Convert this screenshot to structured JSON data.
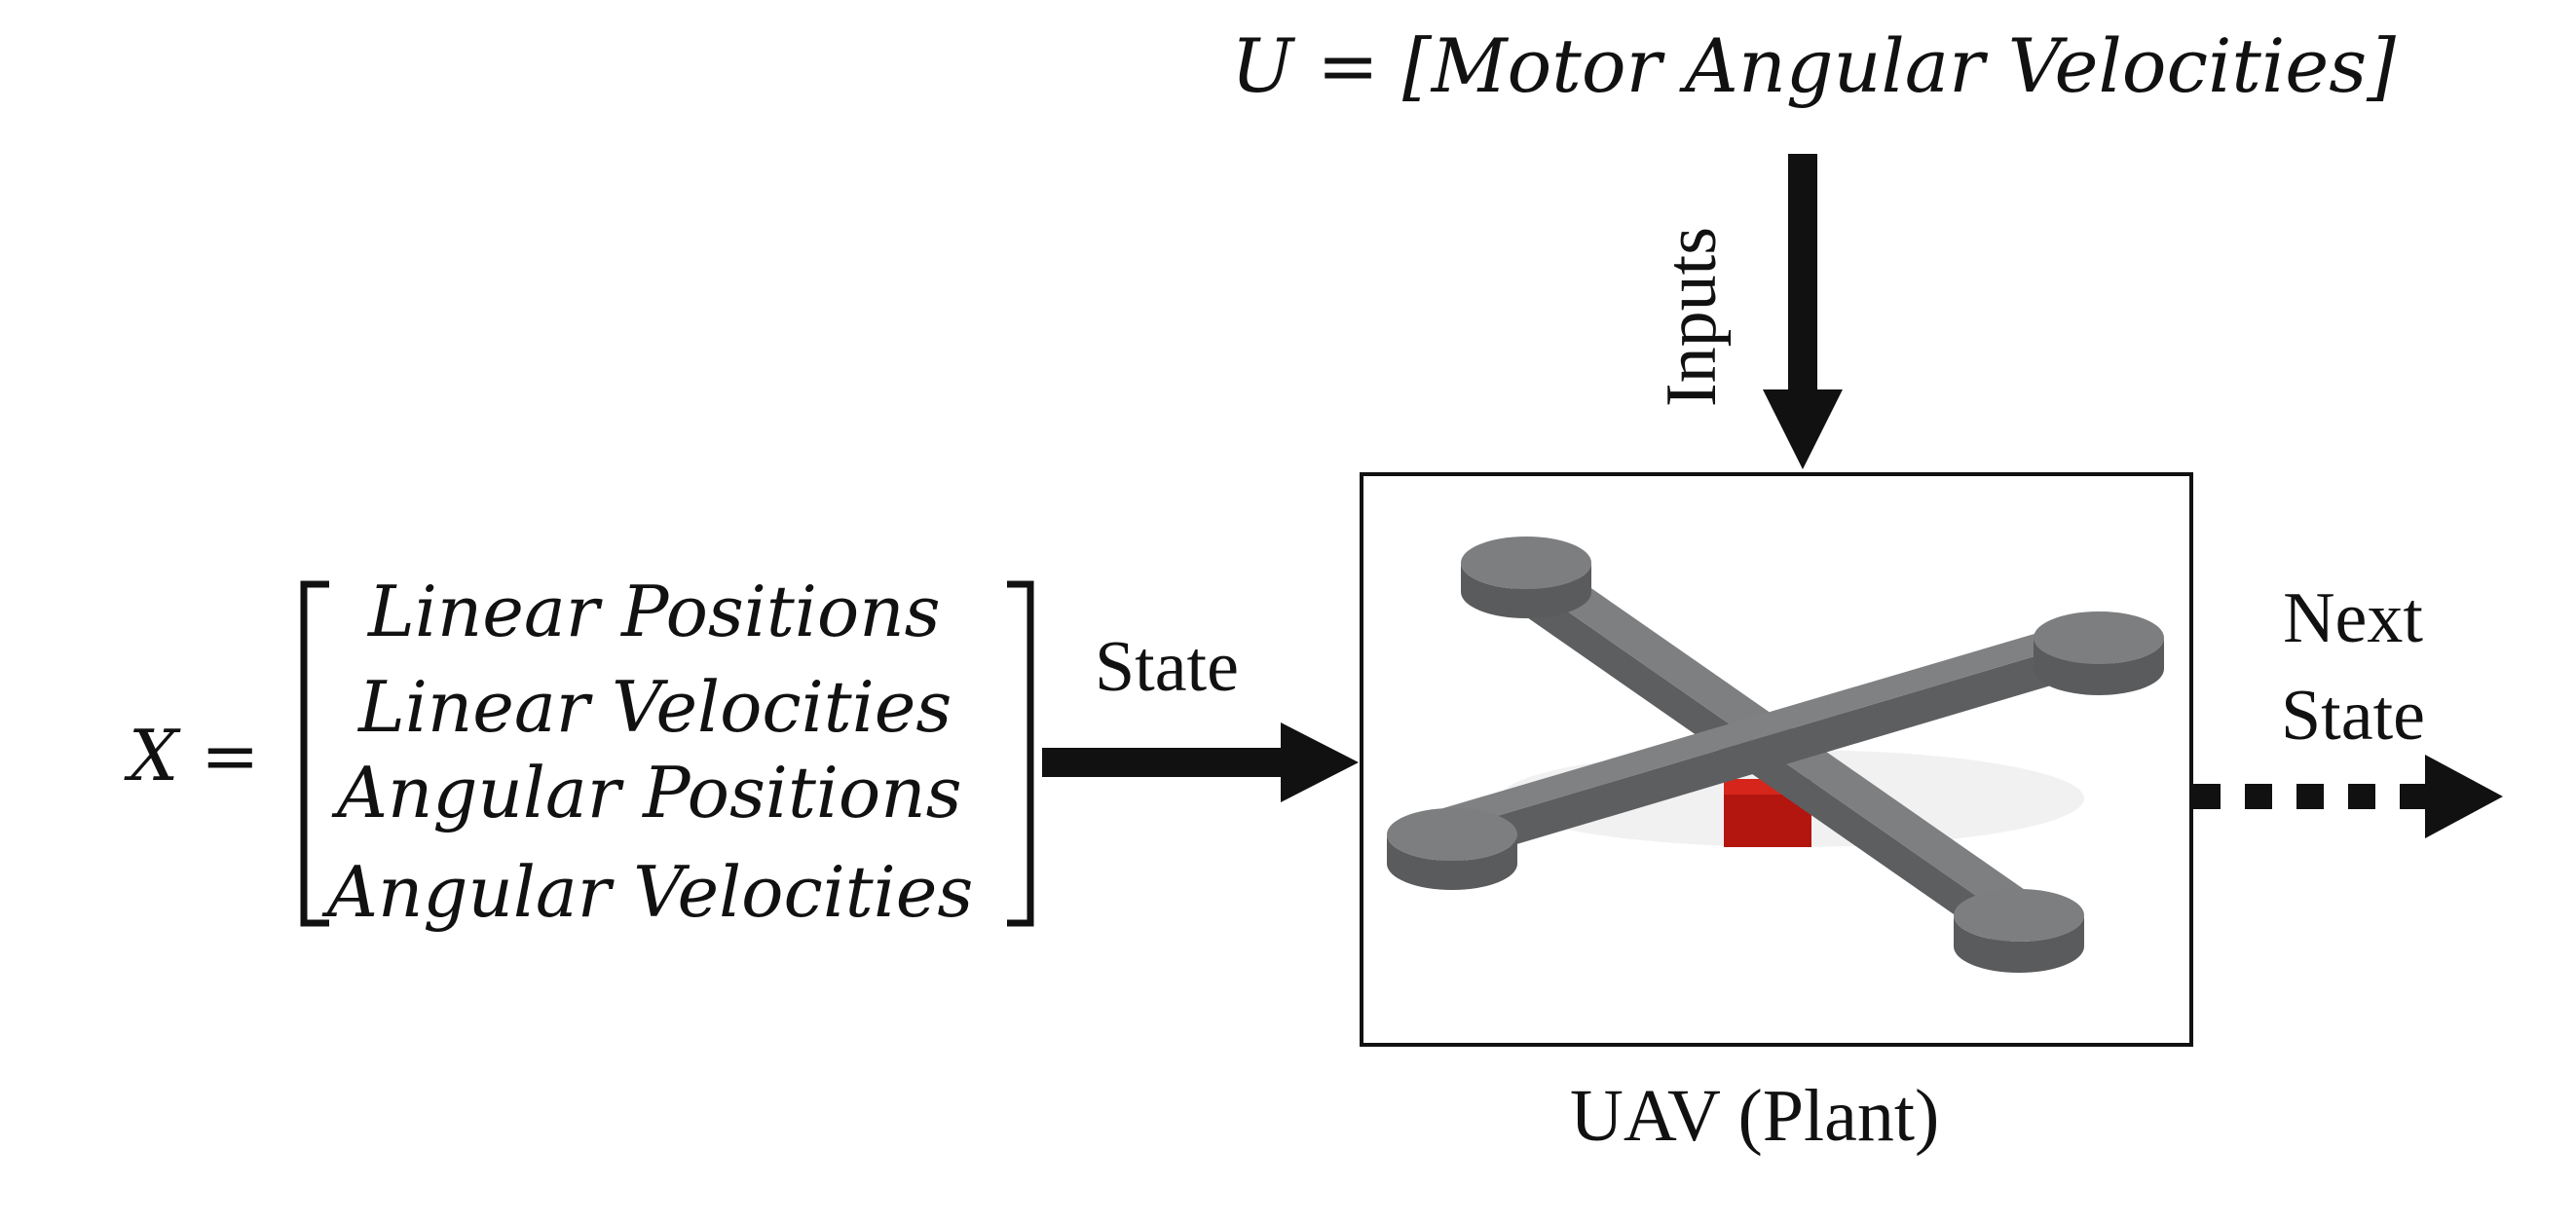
{
  "inputs_equation": "U = [Motor Angular Velocities]",
  "state_vector": {
    "symbol": "X =",
    "rows": [
      "Linear Positions",
      "Linear Velocities",
      "Angular Positions",
      "Angular Velocities"
    ]
  },
  "labels": {
    "state": "State",
    "inputs": "Inputs",
    "next_state_line1": "Next",
    "next_state_line2": "State",
    "plant": "UAV (Plant)"
  },
  "colors": {
    "drone_body": "#6e6f71",
    "drone_top": "#7b7c7e",
    "payload": "#b3160f",
    "arrow": "#111111"
  }
}
